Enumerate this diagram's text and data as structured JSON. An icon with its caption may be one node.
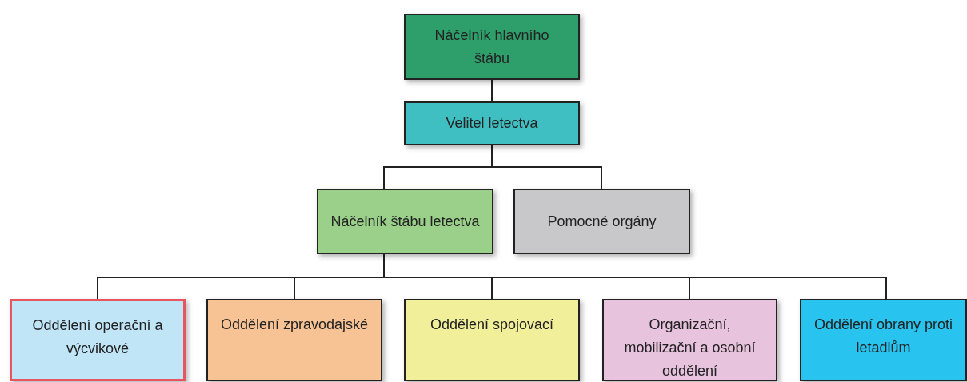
{
  "diagram": {
    "nodes": [
      {
        "text": [
          "Náčelník hlavního štábu"
        ]
      },
      {
        "text": [
          "Velitel letectva"
        ]
      },
      {
        "text": [
          "Náčelník štábu letectva"
        ]
      },
      {
        "text": [
          "Pomocné orgány"
        ]
      },
      {
        "text": [
          "Oddělení operační a výcvikové"
        ]
      },
      {
        "text": [
          "Oddělení zpravodajské"
        ]
      },
      {
        "text": [
          "Oddělení spojovací"
        ]
      },
      {
        "text": [
          "Organizační, mobilizační a osobní oddělení"
        ]
      },
      {
        "text": [
          "Oddělení obrany proti letadlům"
        ]
      }
    ],
    "edges": [
      {
        "from": 0,
        "to": 1,
        "arrow": "none"
      },
      {
        "from": 1,
        "to": 2,
        "arrow": "none"
      },
      {
        "from": 1,
        "to": 3,
        "arrow": "none"
      },
      {
        "from": 2,
        "to": 4,
        "arrow": "none"
      },
      {
        "from": 2,
        "to": 5,
        "arrow": "none"
      },
      {
        "from": 2,
        "to": 6,
        "arrow": "none"
      },
      {
        "from": 2,
        "to": 7,
        "arrow": "none"
      },
      {
        "from": 2,
        "to": 8,
        "arrow": "none"
      }
    ]
  }
}
